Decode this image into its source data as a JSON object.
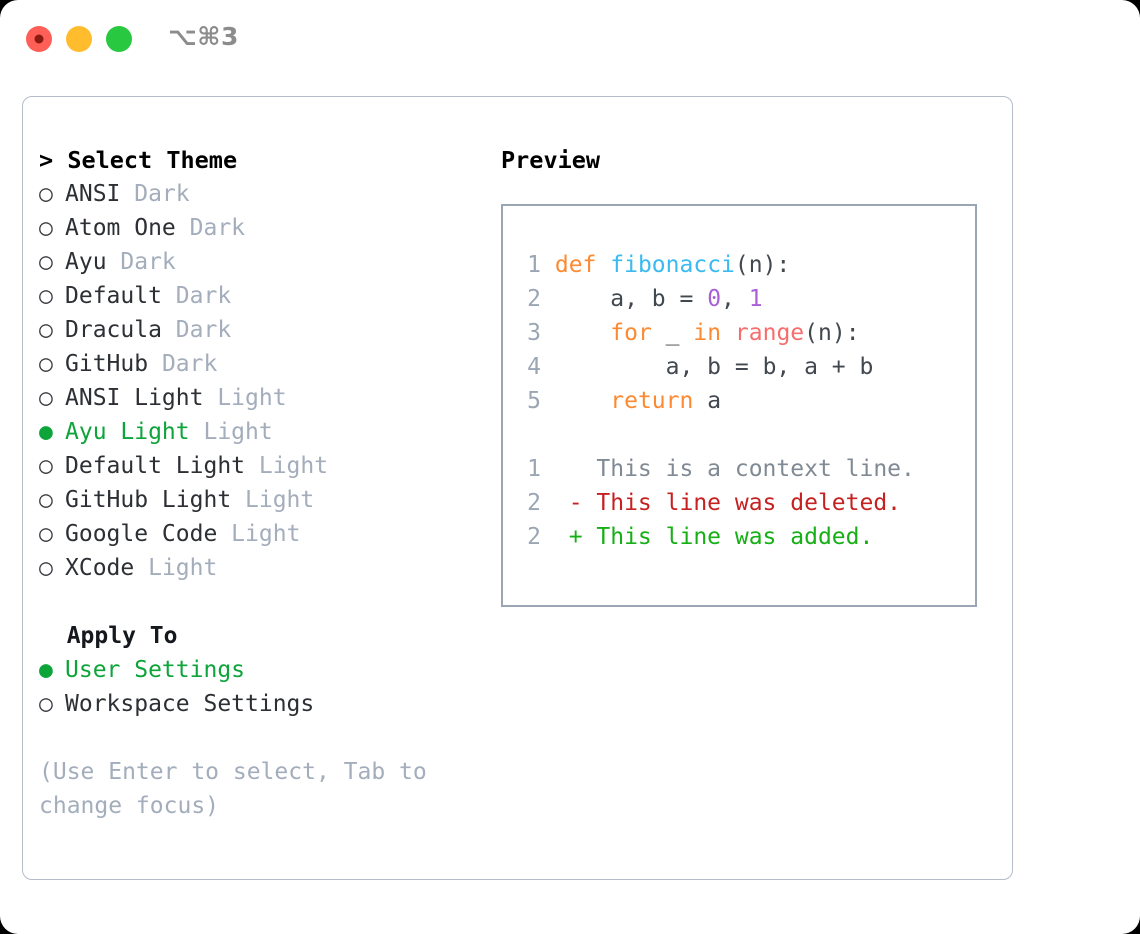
{
  "window": {
    "shortcut_label": "⌥⌘3",
    "traffic_lights": [
      {
        "name": "close",
        "color": "#ff5f57"
      },
      {
        "name": "minimize",
        "color": "#ffbd2e"
      },
      {
        "name": "maximize",
        "color": "#28c840"
      }
    ]
  },
  "accent": {
    "selected_green": "#0da43a",
    "muted": "#a3adbb",
    "border": "#b4bdc8"
  },
  "theme_picker": {
    "prompt_marker": ">",
    "heading": "Select Theme",
    "bullet_unselected": "○",
    "bullet_selected": "●",
    "items": [
      {
        "name": "ANSI",
        "variant": "Dark",
        "selected": false
      },
      {
        "name": "Atom One",
        "variant": "Dark",
        "selected": false
      },
      {
        "name": "Ayu",
        "variant": "Dark",
        "selected": false
      },
      {
        "name": "Default",
        "variant": "Dark",
        "selected": false
      },
      {
        "name": "Dracula",
        "variant": "Dark",
        "selected": false
      },
      {
        "name": "GitHub",
        "variant": "Dark",
        "selected": false
      },
      {
        "name": "ANSI Light",
        "variant": "Light",
        "selected": false
      },
      {
        "name": "Ayu Light",
        "variant": "Light",
        "selected": true
      },
      {
        "name": "Default Light",
        "variant": "Light",
        "selected": false
      },
      {
        "name": "GitHub Light",
        "variant": "Light",
        "selected": false
      },
      {
        "name": "Google Code",
        "variant": "Light",
        "selected": false
      },
      {
        "name": "XCode",
        "variant": "Light",
        "selected": false
      }
    ]
  },
  "apply_to": {
    "title": "Apply To",
    "options": [
      {
        "label": "User Settings",
        "selected": true
      },
      {
        "label": "Workspace Settings",
        "selected": false
      }
    ]
  },
  "hint": "(Use Enter to select, Tab to\nchange focus)",
  "preview": {
    "title": "Preview",
    "code_lines": [
      {
        "n": "1",
        "tokens": [
          {
            "t": "def",
            "c": "kw"
          },
          {
            "t": " ",
            "c": "pl"
          },
          {
            "t": "fibonacci",
            "c": "fn"
          },
          {
            "t": "(n):",
            "c": "pl"
          }
        ]
      },
      {
        "n": "2",
        "tokens": [
          {
            "t": "    a, b = ",
            "c": "pl"
          },
          {
            "t": "0",
            "c": "num"
          },
          {
            "t": ", ",
            "c": "pl"
          },
          {
            "t": "1",
            "c": "num"
          }
        ]
      },
      {
        "n": "3",
        "tokens": [
          {
            "t": "    ",
            "c": "pl"
          },
          {
            "t": "for",
            "c": "kw"
          },
          {
            "t": " _ ",
            "c": "pl"
          },
          {
            "t": "in",
            "c": "kw"
          },
          {
            "t": " ",
            "c": "pl"
          },
          {
            "t": "range",
            "c": "bi"
          },
          {
            "t": "(n):",
            "c": "pl"
          }
        ]
      },
      {
        "n": "4",
        "tokens": [
          {
            "t": "        a, b = b, a + b",
            "c": "pl"
          }
        ]
      },
      {
        "n": "5",
        "tokens": [
          {
            "t": "    ",
            "c": "pl"
          },
          {
            "t": "return",
            "c": "kw"
          },
          {
            "t": " a",
            "c": "pl"
          }
        ]
      }
    ],
    "diff_lines": [
      {
        "n": "1",
        "marker": " ",
        "text": "This is a context line.",
        "kind": "ctx"
      },
      {
        "n": "2",
        "marker": "-",
        "text": "This line was deleted.",
        "kind": "del"
      },
      {
        "n": "2",
        "marker": "+",
        "text": "This line was added.",
        "kind": "add"
      }
    ]
  }
}
